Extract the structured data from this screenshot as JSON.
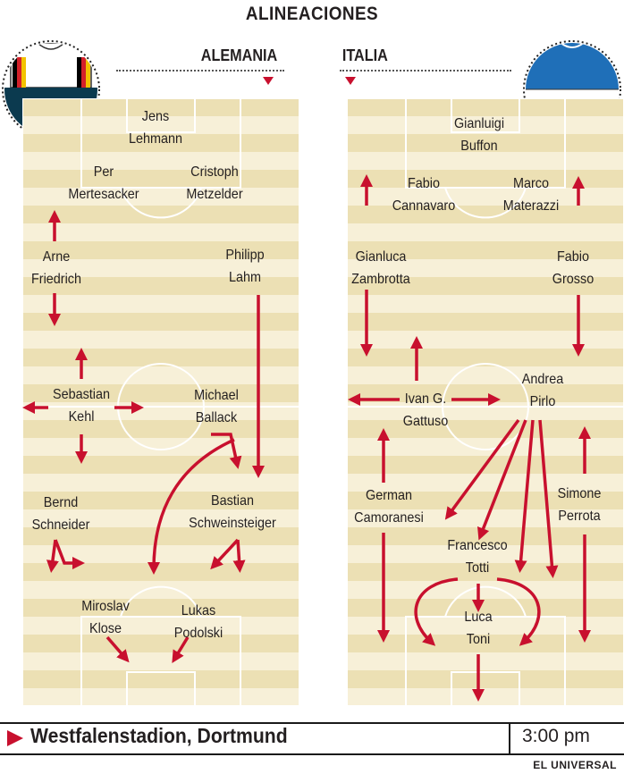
{
  "title": "ALINEACIONES",
  "teams": {
    "left": {
      "name": "ALEMANIA",
      "jersey_colors": {
        "shirt": "#ffffff",
        "shorts": "#0b3a4f",
        "trim": [
          "#000000",
          "#d4202a",
          "#f2c200"
        ]
      },
      "players": [
        {
          "first": "Jens",
          "last": "Lehmann"
        },
        {
          "first": "Per",
          "last": "Mertesacker"
        },
        {
          "first": "Cristoph",
          "last": "Metzelder"
        },
        {
          "first": "Arne",
          "last": "Friedrich"
        },
        {
          "first": "Philipp",
          "last": "Lahm"
        },
        {
          "first": "Sebastian",
          "last": "Kehl"
        },
        {
          "first": "Michael",
          "last": "Ballack"
        },
        {
          "first": "Bernd",
          "last": "Schneider"
        },
        {
          "first": "Bastian",
          "last": "Schweinsteiger"
        },
        {
          "first": "Miroslav",
          "last": "Klose"
        },
        {
          "first": "Lukas",
          "last": "Podolski"
        }
      ]
    },
    "right": {
      "name": "ITALIA",
      "jersey_colors": {
        "shirt": "#1f6fb8",
        "shorts": "#ffffff"
      },
      "players": [
        {
          "first": "Gianluigi",
          "last": "Buffon"
        },
        {
          "first": "Fabio",
          "last": "Cannavaro"
        },
        {
          "first": "Marco",
          "last": "Materazzi"
        },
        {
          "first": "Gianluca",
          "last": "Zambrotta"
        },
        {
          "first": "Fabio",
          "last": "Grosso"
        },
        {
          "first": "Ivan G.",
          "last": "Gattuso"
        },
        {
          "first": "Andrea",
          "last": "Pirlo"
        },
        {
          "first": "German",
          "last": "Camoranesi"
        },
        {
          "first": "Simone",
          "last": "Perrota"
        },
        {
          "first": "Francesco",
          "last": "Totti"
        },
        {
          "first": "Luca",
          "last": "Toni"
        }
      ]
    }
  },
  "venue": "Westfalenstadion, Dortmund",
  "time": "3:00 pm",
  "credit": "EL UNIVERSAL",
  "colors": {
    "arrow": "#c8102e",
    "field_stripe_a": "#ece0b4",
    "field_stripe_b": "#f7f0d8",
    "field_lines": "#ffffff"
  }
}
